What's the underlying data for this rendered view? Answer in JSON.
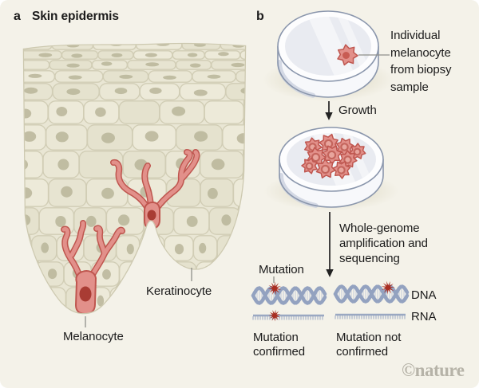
{
  "figure": {
    "panel_a": {
      "label": "a",
      "title": "Skin epidermis",
      "keratinocyte_label": "Keratinocyte",
      "melanocyte_label": "Melanocyte"
    },
    "panel_b": {
      "label": "b",
      "dish1_annotation": "Individual melanocyte from biopsy sample",
      "growth_label": "Growth",
      "sequencing_label": "Whole-genome amplification and sequencing",
      "mutation_label": "Mutation",
      "dna_label": "DNA",
      "rna_label": "RNA",
      "result_confirmed": "Mutation confirmed",
      "result_not_confirmed": "Mutation not confirmed"
    },
    "credit": "©nature"
  },
  "colors": {
    "background": "#f4f2e9",
    "text": "#1b1b1b",
    "keratinocyte_fill": "#e9e6d4",
    "keratinocyte_stroke": "#d1cdb5",
    "keratinocyte_nucleus": "#b9b599",
    "tissue_outline": "#cdc9b0",
    "melanocyte_fill": "#e2908a",
    "melanocyte_outline": "#bf564f",
    "melanocyte_nucleus": "#a93c34",
    "petri_dish_outline": "#8a96ac",
    "petri_dish_inner": "#e9ebf1",
    "dish_shadow": "#ded9c4",
    "dna_strand": "#93a2c0",
    "dna_hatch": "#c6cedd",
    "rna_strand": "#9aa8c2",
    "mutation_star": "#a92e22",
    "pointer_line": "#8f8f8a",
    "arrow": "#222222",
    "credit_gray": "#b6b3a8"
  }
}
